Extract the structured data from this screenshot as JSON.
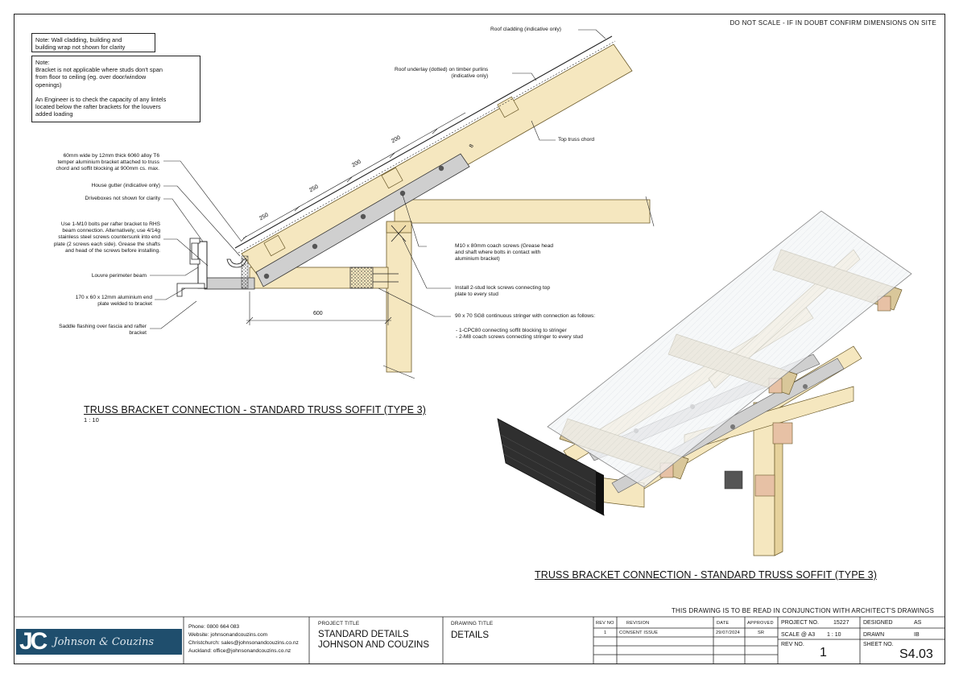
{
  "header": {
    "warning": "DO NOT SCALE - IF IN DOUBT CONFIRM DIMENSIONS ON SITE"
  },
  "notes": {
    "note1": [
      "Note: Wall cladding, building and",
      "building wrap not shown for clarity"
    ],
    "note2": [
      "Note:",
      "Bracket is not applicable where studs don't span",
      "from floor to ceiling (eg. over door/window",
      "openings)",
      "",
      "An Engineer is to check the capacity of any lintels",
      "located below the rafter brackets for the louvers",
      "added loading"
    ]
  },
  "labels": {
    "roof_cladding": "Roof cladding (indicative only)",
    "roof_underlay": [
      "Roof underlay (dotted) on timber purlins",
      "(indicative only)"
    ],
    "top_truss_chord": "Top truss chord",
    "bracket_desc": [
      "60mm wide by 12mm thick 6060 alloy T6",
      "temper aluminium bracket attached to truss",
      "chord and soffit blocking at 900mm cs. max."
    ],
    "house_gutter": "House gutter (indicative only)",
    "driveboxes": "Driveboxes not shown for clarity",
    "bolts": [
      "Use 1-M10 bolts per rafter bracket to RHS",
      "beam connection. Alternatively, use 4/14g",
      "stainless steel screws countersunk into end",
      "plate (2 screws each side). Grease the shafts",
      "and head of the screws before installing."
    ],
    "louvre_beam": "Louvre perimeter beam",
    "end_plate": [
      "170 x 60 x 12mm aluminium end",
      "plate welded to bracket"
    ],
    "saddle_flashing": [
      "Saddle flashing over fascia and rafter",
      "bracket"
    ],
    "coach_screws": [
      "M10 x 80mm coach screws (Grease head",
      "and shaft where bolts in contact with",
      "aluminium bracket)"
    ],
    "lock_screws": [
      "Install 2-stud lock screws connecting top",
      "plate to every stud"
    ],
    "stringer": "90 x 70 SG8 continuous stringer with connection as follows:",
    "stringer_items": [
      "- 1-CPC80 connecting soffit blocking to stringer",
      "- 2-M8 coach screws connecting stringer to every stud"
    ]
  },
  "dimensions": {
    "d250a": "250",
    "d250b": "250",
    "d200a": "200",
    "d200b": "200",
    "d8": "8",
    "d600": "600"
  },
  "views": {
    "section_title": "TRUSS BRACKET CONNECTION - STANDARD TRUSS SOFFIT (TYPE 3)",
    "section_scale": "1 : 10",
    "iso_title": "TRUSS BRACKET CONNECTION - STANDARD TRUSS SOFFIT (TYPE 3)"
  },
  "conjunction_note": "THIS DRAWING IS TO BE READ IN CONJUNCTION WITH ARCHITECT'S DRAWINGS",
  "title_block": {
    "logo_initials": "JC",
    "logo_name": "Johnson & Couzins",
    "contact": [
      "Phone: 0800 664 083",
      "Website: johnsonandcouzins.com",
      "Christchurch: sales@johnsonandcouzins.co.nz",
      "Auckland: office@johnsonandcouzins.co.nz"
    ],
    "project_title_label": "PROJECT TITLE",
    "project_title": [
      "STANDARD DETAILS",
      "JOHNSON AND COUZINS"
    ],
    "drawing_title_label": "DRAWING TITLE",
    "drawing_title": "DETAILS",
    "rev_headers": {
      "rev": "REV NO",
      "revision": "REVISION",
      "date": "DATE",
      "approved": "APPROVED"
    },
    "rev_rows": [
      {
        "rev": "1",
        "revision": "CONSENT ISSUE",
        "date": "29/07/2024",
        "approved": "SR"
      }
    ],
    "project_no_label": "PROJECT NO.",
    "project_no": "15227",
    "designed_label": "DESIGNED",
    "designed": "AS",
    "scale_label": "SCALE @ A3",
    "scale": "1 : 10",
    "drawn_label": "DRAWN",
    "drawn": "IB",
    "rev_no_label": "REV NO.",
    "rev_no": "1",
    "sheet_no_label": "SHEET NO.",
    "sheet_no": "S4.03"
  },
  "colors": {
    "timber": "#f5e7bf",
    "timber_edge": "#6b5a2a",
    "aluminium": "#cfcfcf",
    "blocking": "#e7c1a5",
    "logo_bg": "#1f4e6d",
    "sheet_line": "#222222"
  }
}
